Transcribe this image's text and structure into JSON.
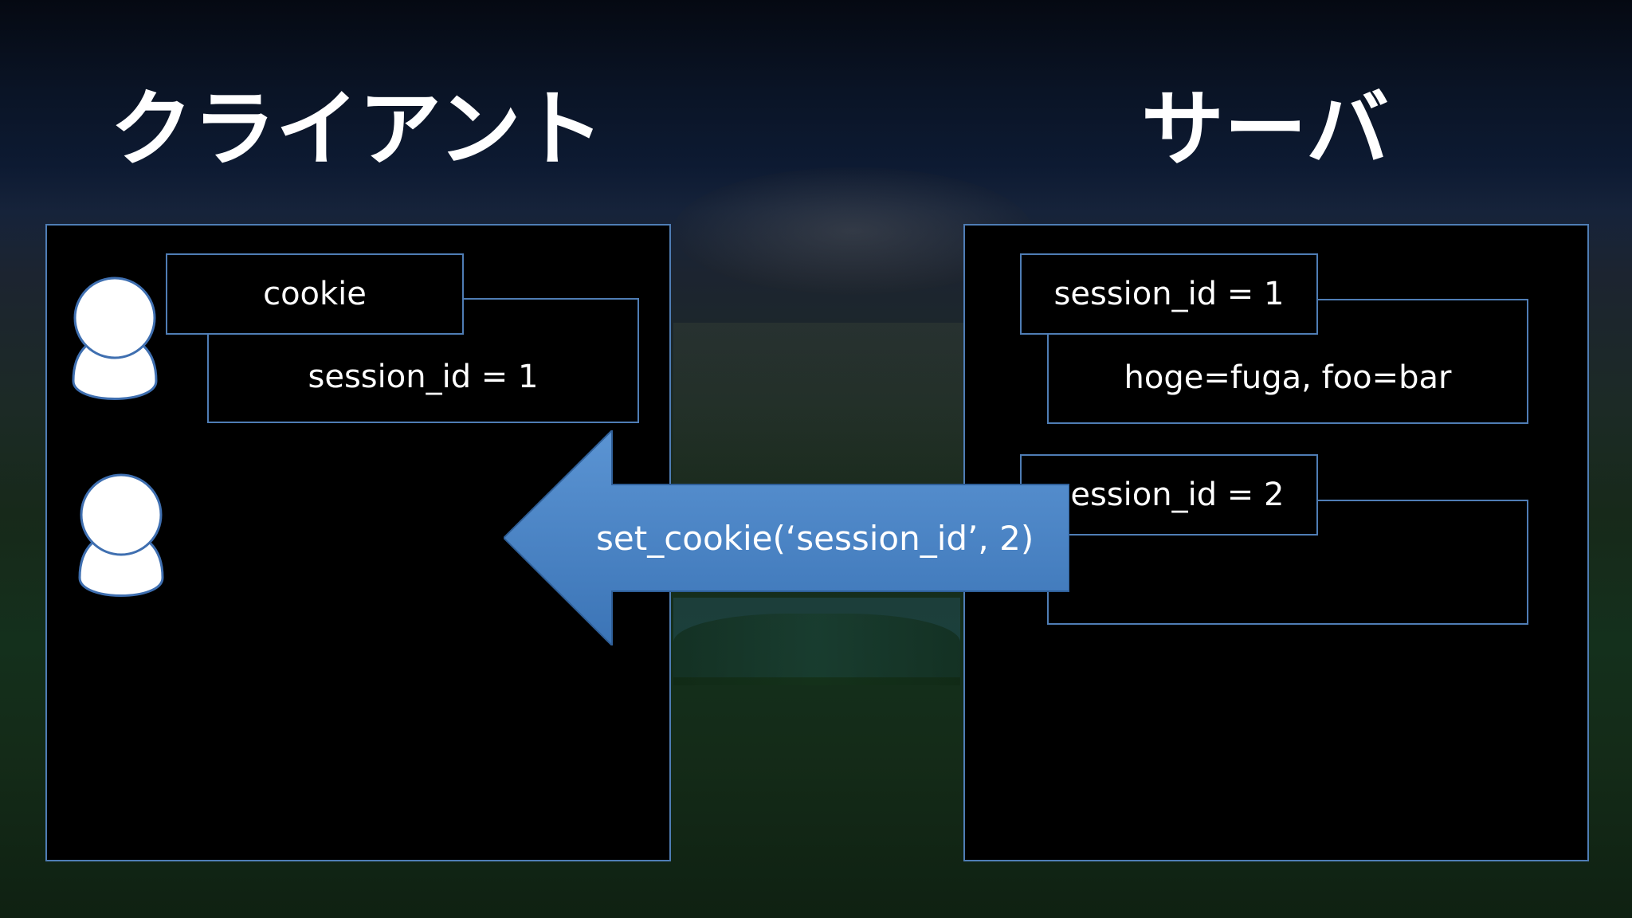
{
  "titles": {
    "client": "クライアント",
    "server": "サーバ"
  },
  "client": {
    "cookie_label": "cookie",
    "cookie_value": "session_id = 1"
  },
  "server": {
    "sessions": [
      {
        "id_label": "session_id = 1",
        "data": "hoge=fuga, foo=bar"
      },
      {
        "id_label": "session_id = 2",
        "data": ""
      }
    ]
  },
  "arrow": {
    "label": "set_cookie(‘session_id’, 2)",
    "color": "#4a86c8",
    "direction": "server-to-client"
  },
  "colors": {
    "panel_border": "#4f7db5",
    "avatar_fill": "#ffffff",
    "avatar_stroke": "#3f6fb0"
  },
  "icons": [
    "user-icon",
    "user-icon"
  ]
}
